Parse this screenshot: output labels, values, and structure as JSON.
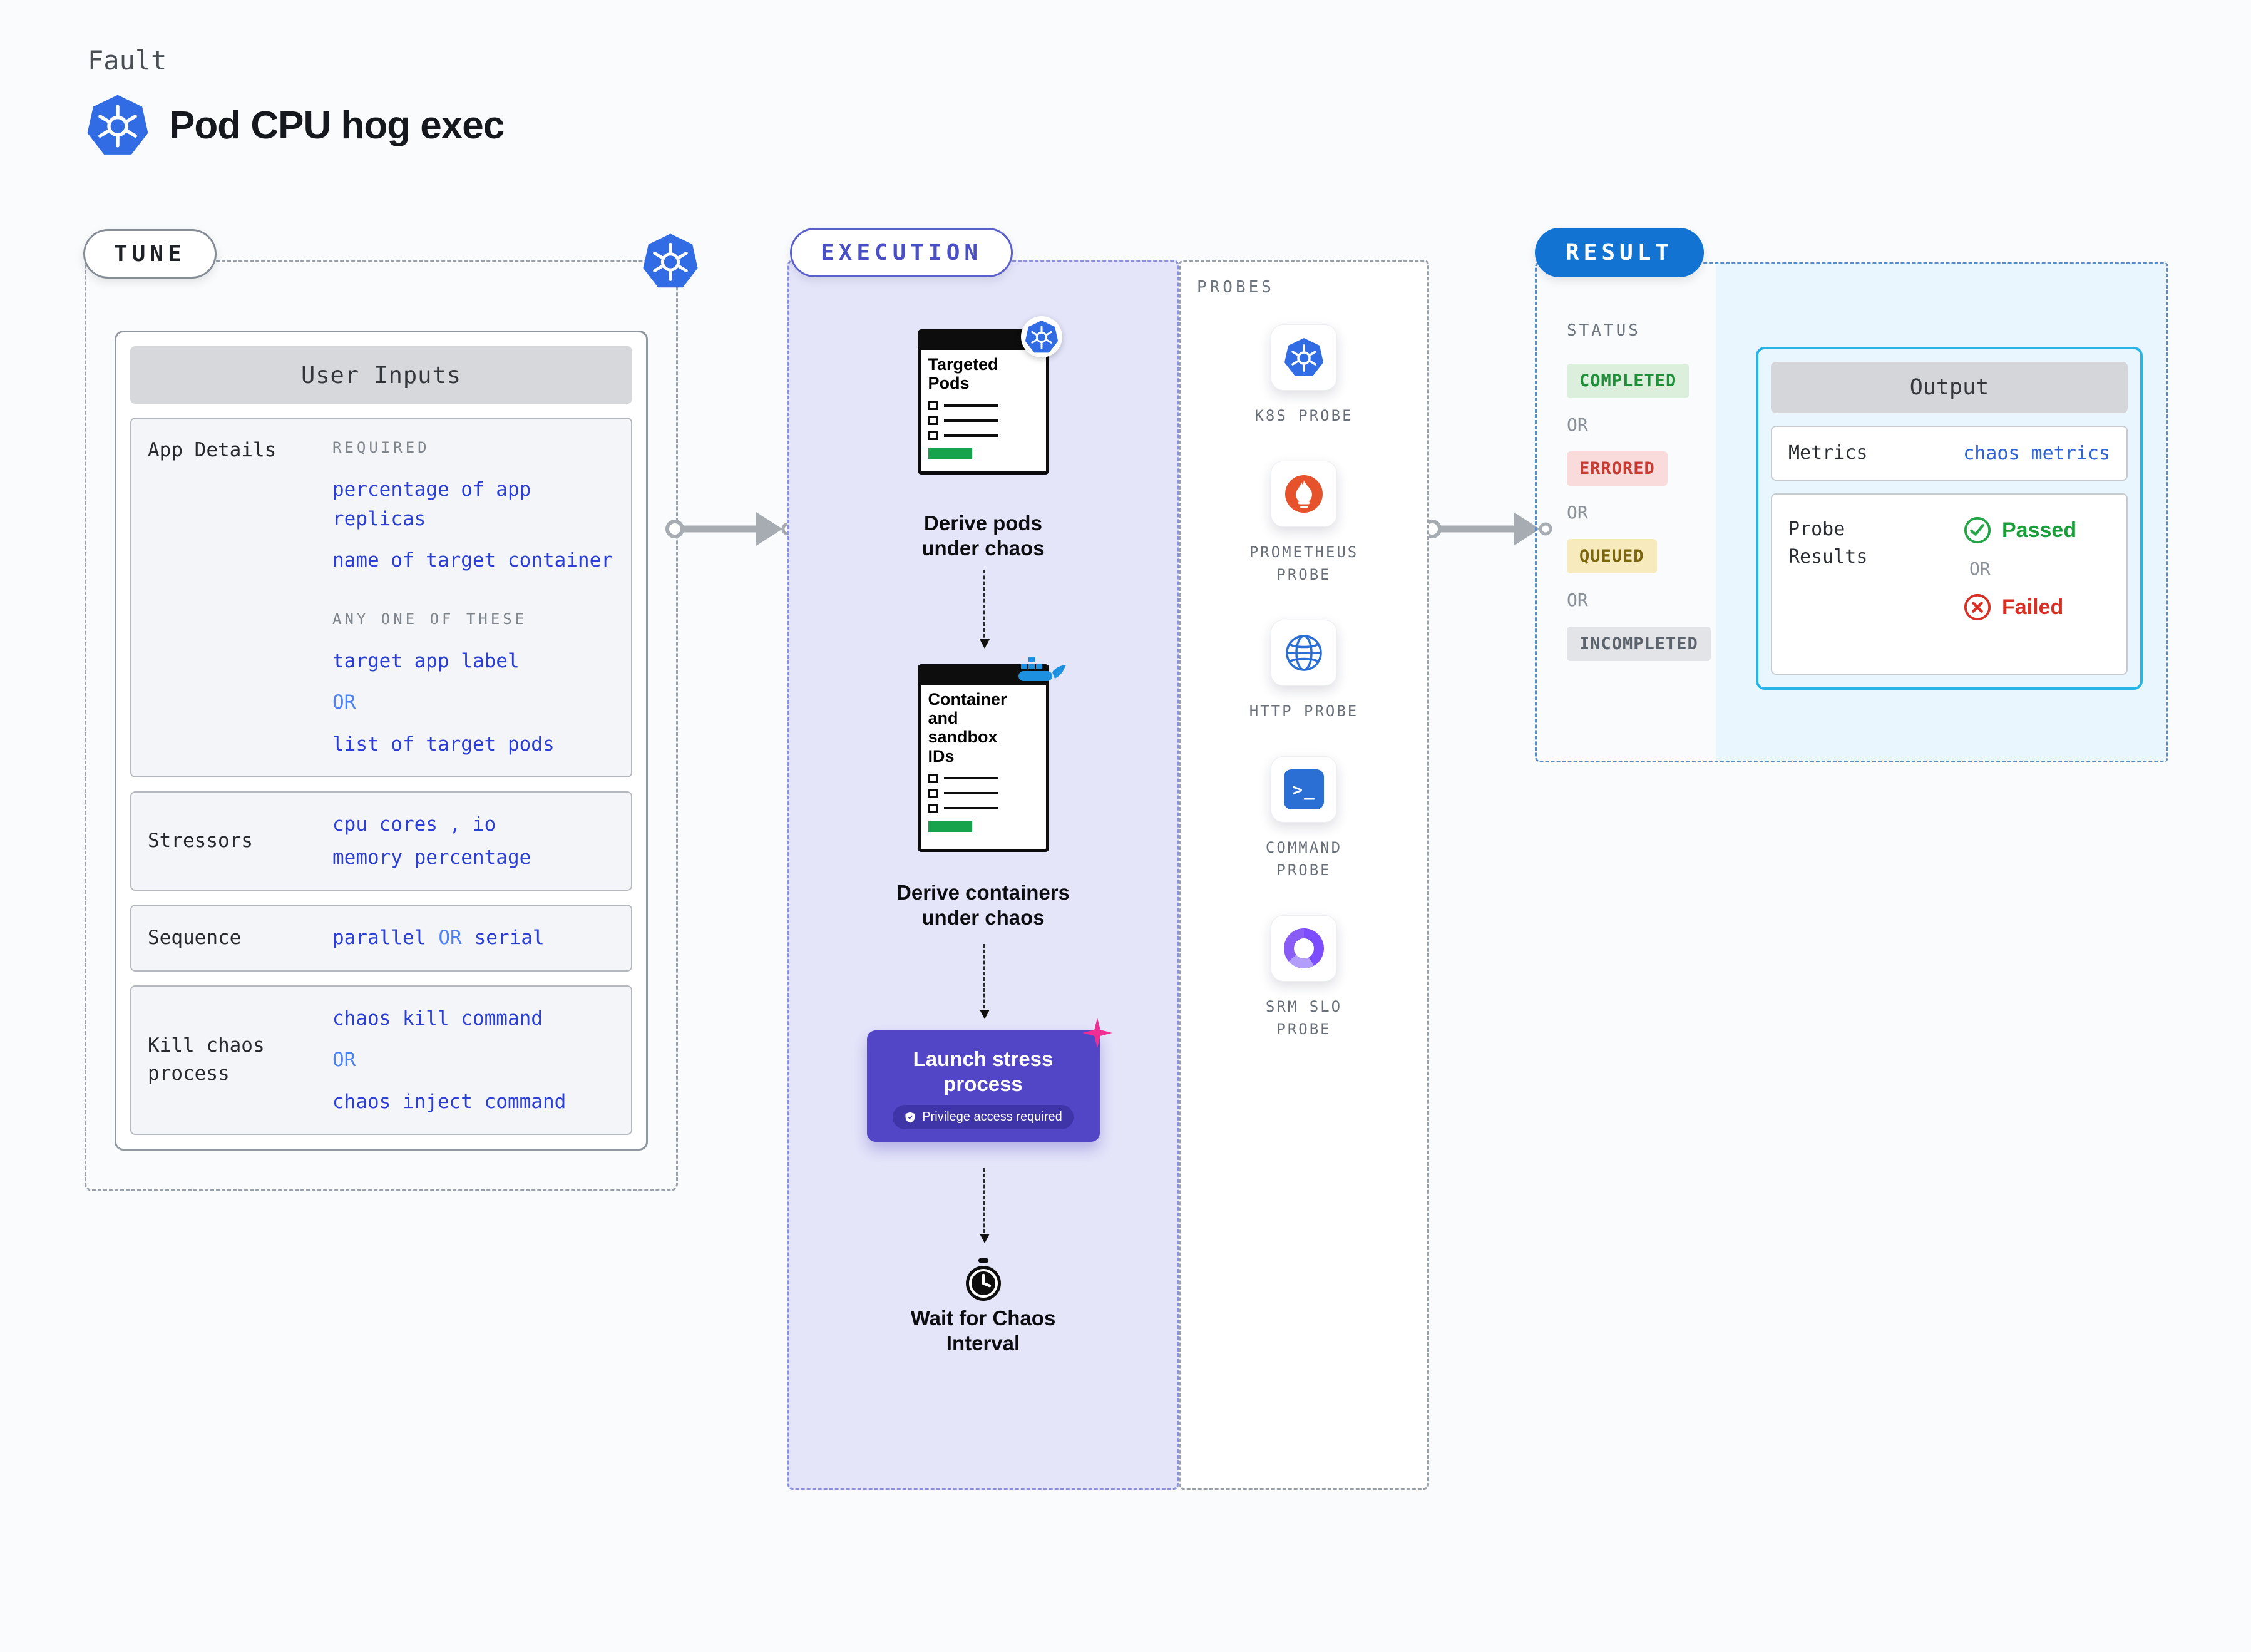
{
  "header": {
    "kicker": "Fault",
    "title": "Pod CPU hog exec"
  },
  "tune": {
    "pill": "TUNE",
    "card_title": "User Inputs",
    "app_details": {
      "label": "App Details",
      "required_caption": "REQUIRED",
      "required_values": [
        "percentage of app replicas",
        "name of target container"
      ],
      "any_caption": "ANY ONE OF THESE",
      "any_value_1": "target app label",
      "or": "OR",
      "any_value_2": "list of target pods"
    },
    "stressors": {
      "label": "Stressors",
      "line_1": "cpu cores , io",
      "line_2": "memory percentage"
    },
    "sequence": {
      "label": "Sequence",
      "value_1": "parallel",
      "or": "OR",
      "value_2": "serial"
    },
    "kill_chaos": {
      "label": "Kill chaos process",
      "value_1": "chaos kill command",
      "or": "OR",
      "value_2": "chaos inject command"
    }
  },
  "execution": {
    "pill": "EXECUTION",
    "doc_1": {
      "title": "Targeted Pods",
      "badge_icon": "kubernetes-icon"
    },
    "step_1": "Derive pods under chaos",
    "doc_2": {
      "title": "Container and sandbox IDs",
      "badge_icon": "docker-icon"
    },
    "step_2": "Derive containers under chaos",
    "launch": {
      "title": "Launch stress process",
      "privilege_note": "Privilege access required"
    },
    "step_3": "Wait for Chaos Interval"
  },
  "probes": {
    "label": "PROBES",
    "items": [
      {
        "name": "K8S PROBE",
        "icon": "kubernetes-icon"
      },
      {
        "name": "PROMETHEUS PROBE",
        "icon": "prometheus-flame-icon"
      },
      {
        "name": "HTTP PROBE",
        "icon": "globe-icon"
      },
      {
        "name": "COMMAND PROBE",
        "icon": "terminal-icon"
      },
      {
        "name": "SRM SLO PROBE",
        "icon": "srm-gauge-icon"
      }
    ]
  },
  "result": {
    "pill": "RESULT",
    "status_label": "STATUS",
    "or": "OR",
    "statuses": [
      {
        "label": "COMPLETED",
        "color": "#1F8F3A",
        "bg": "#DCEFDC"
      },
      {
        "label": "ERRORED",
        "color": "#C63B32",
        "bg": "#FADBDB"
      },
      {
        "label": "QUEUED",
        "color": "#7A660F",
        "bg": "#F7EBBE"
      },
      {
        "label": "INCOMPLETED",
        "color": "#5C636C",
        "bg": "#E2E4E8"
      }
    ],
    "output": {
      "title": "Output",
      "metrics_label": "Metrics",
      "metrics_value": "chaos metrics",
      "probe_results_label": "Probe Results",
      "passed": "Passed",
      "or": "OR",
      "failed": "Failed"
    }
  },
  "colors": {
    "k8s_blue": "#326CE5",
    "value_blue": "#2B3FD6",
    "or_blue": "#4D82F0",
    "execution_purple": "#4A50C4",
    "execution_bg": "#E5E5FA",
    "result_pill_blue": "#1273D2",
    "output_border_cyan": "#28B4E6",
    "output_bg": "#EAF6FD",
    "launch_button_purple": "#5246C7",
    "passed_green": "#1A9E3A",
    "failed_red": "#D93025",
    "prometheus_orange": "#E6522C",
    "docker_blue": "#1D90E0",
    "progress_green": "#17A24C",
    "pink_accent": "#ED2E92"
  }
}
